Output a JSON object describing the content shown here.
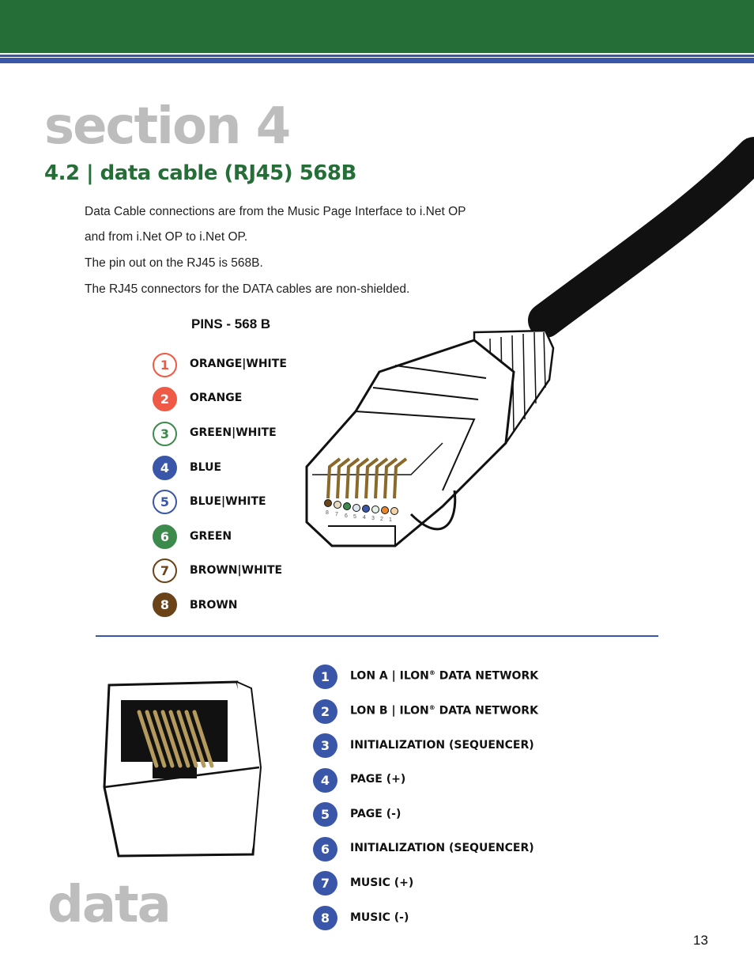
{
  "header": {
    "section_title": "section 4",
    "subtitle": "4.2 | data cable (RJ45) 568B"
  },
  "intro": [
    "Data Cable connections are from the Music Page Interface to i.Net OP",
    "and from i.Net OP to i.Net OP.",
    "The pin out on the RJ45 is 568B.",
    "The RJ45 connectors for the DATA cables are non-shielded."
  ],
  "pins_title": "PINS - 568 B",
  "pins": [
    {
      "num": "1",
      "label": "ORANGE|WHITE",
      "color": "#ee5a45",
      "style": "outline"
    },
    {
      "num": "2",
      "label": "ORANGE",
      "color": "#ee5a45",
      "style": "filled"
    },
    {
      "num": "3",
      "label": "GREEN|WHITE",
      "color": "#3d8a4d",
      "style": "outline"
    },
    {
      "num": "4",
      "label": "BLUE",
      "color": "#3a56a8",
      "style": "filled"
    },
    {
      "num": "5",
      "label": "BLUE|WHITE",
      "color": "#3a56a8",
      "style": "outline"
    },
    {
      "num": "6",
      "label": "GREEN",
      "color": "#3d8a4d",
      "style": "filled"
    },
    {
      "num": "7",
      "label": "BROWN|WHITE",
      "color": "#6b4318",
      "style": "outline"
    },
    {
      "num": "8",
      "label": "BROWN",
      "color": "#6b4318",
      "style": "filled"
    }
  ],
  "plug_pin_numbers": [
    "8",
    "7",
    "6",
    "5",
    "4",
    "3",
    "2",
    "1"
  ],
  "functions": [
    {
      "num": "1",
      "label": "LON A | ILON",
      "reg": "®",
      "suffix": " DATA NETWORK"
    },
    {
      "num": "2",
      "label": "LON B | ILON",
      "reg": "®",
      "suffix": " DATA NETWORK"
    },
    {
      "num": "3",
      "label": "INITIALIZATION (SEQUENCER)"
    },
    {
      "num": "4",
      "label": "PAGE (+)"
    },
    {
      "num": "5",
      "label": "PAGE (-)"
    },
    {
      "num": "6",
      "label": "INITIALIZATION (SEQUENCER)"
    },
    {
      "num": "7",
      "label": "MUSIC (+)"
    },
    {
      "num": "8",
      "label": "MUSIC (-)"
    }
  ],
  "function_color": "#3a56a8",
  "footer": {
    "big_word": "data",
    "page_number": "13"
  },
  "colors": {
    "green": "#256e38",
    "blue": "#3a56a8",
    "gray_heading": "#bdbdbd"
  }
}
